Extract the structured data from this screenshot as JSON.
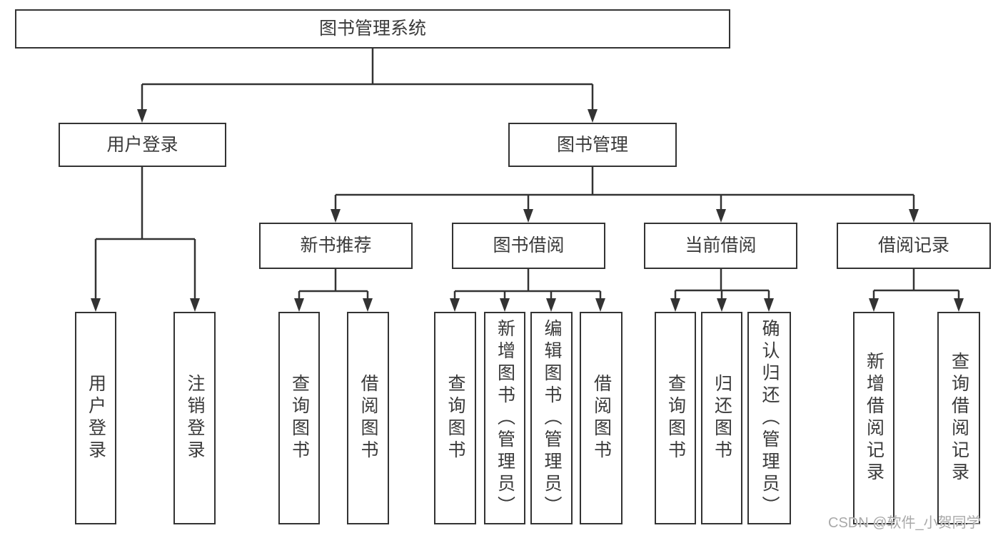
{
  "diagram": {
    "root": {
      "label": "图书管理系统"
    },
    "branches": [
      {
        "label": "用户登录",
        "children": [
          {
            "label": "用户登录"
          },
          {
            "label": "注销登录"
          }
        ]
      },
      {
        "label": "图书管理",
        "children": [
          {
            "label": "新书推荐",
            "children": [
              {
                "label": "查询图书"
              },
              {
                "label": "借阅图书"
              }
            ]
          },
          {
            "label": "图书借阅",
            "children": [
              {
                "label": "查询图书"
              },
              {
                "label": "新增图书（管理员）"
              },
              {
                "label": "编辑图书（管理员）"
              },
              {
                "label": "借阅图书"
              }
            ]
          },
          {
            "label": "当前借阅",
            "children": [
              {
                "label": "查询图书"
              },
              {
                "label": "归还图书"
              },
              {
                "label": "确认归还（管理员）"
              }
            ]
          },
          {
            "label": "借阅记录",
            "children": [
              {
                "label": "新增借阅记录"
              },
              {
                "label": "查询借阅记录"
              }
            ]
          }
        ]
      }
    ],
    "watermark": "CSDN @软件_小贺同学",
    "colors": {
      "line": "#333333",
      "text": "#3a3a3a",
      "background": "#ffffff",
      "watermark": "#a9a9a9"
    }
  }
}
